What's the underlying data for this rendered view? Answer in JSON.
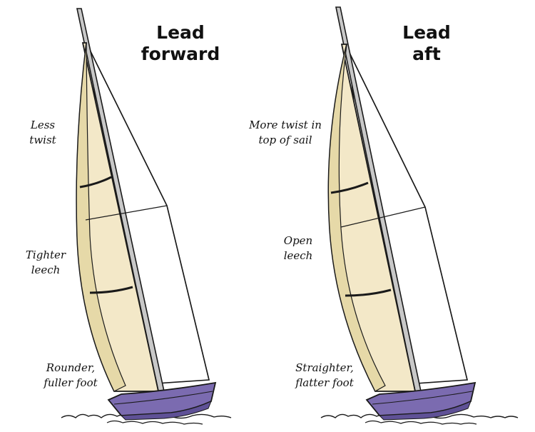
{
  "panels": [
    {
      "title_line1": "Lead",
      "title_line2": "forward",
      "notes": [
        {
          "line1": "Less",
          "line2": "twist"
        },
        {
          "line1": "Tighter",
          "line2": "leech"
        },
        {
          "line1": "Rounder,",
          "line2": "fuller foot"
        }
      ]
    },
    {
      "title_line1": "Lead",
      "title_line2": "aft",
      "notes": [
        {
          "line1": "More twist in",
          "line2": "top of sail"
        },
        {
          "line1": "Open",
          "line2": "leech"
        },
        {
          "line1": "Straighter,",
          "line2": "flatter foot"
        }
      ]
    }
  ],
  "colors": {
    "sail_fill": "#f3e8c8",
    "sail_shade": "#e6d9a8",
    "hull_fill": "#7b6bb0",
    "hull_dark": "#5f5196",
    "mast_fill": "#c8c8c8",
    "outline": "#1a1a1a"
  }
}
